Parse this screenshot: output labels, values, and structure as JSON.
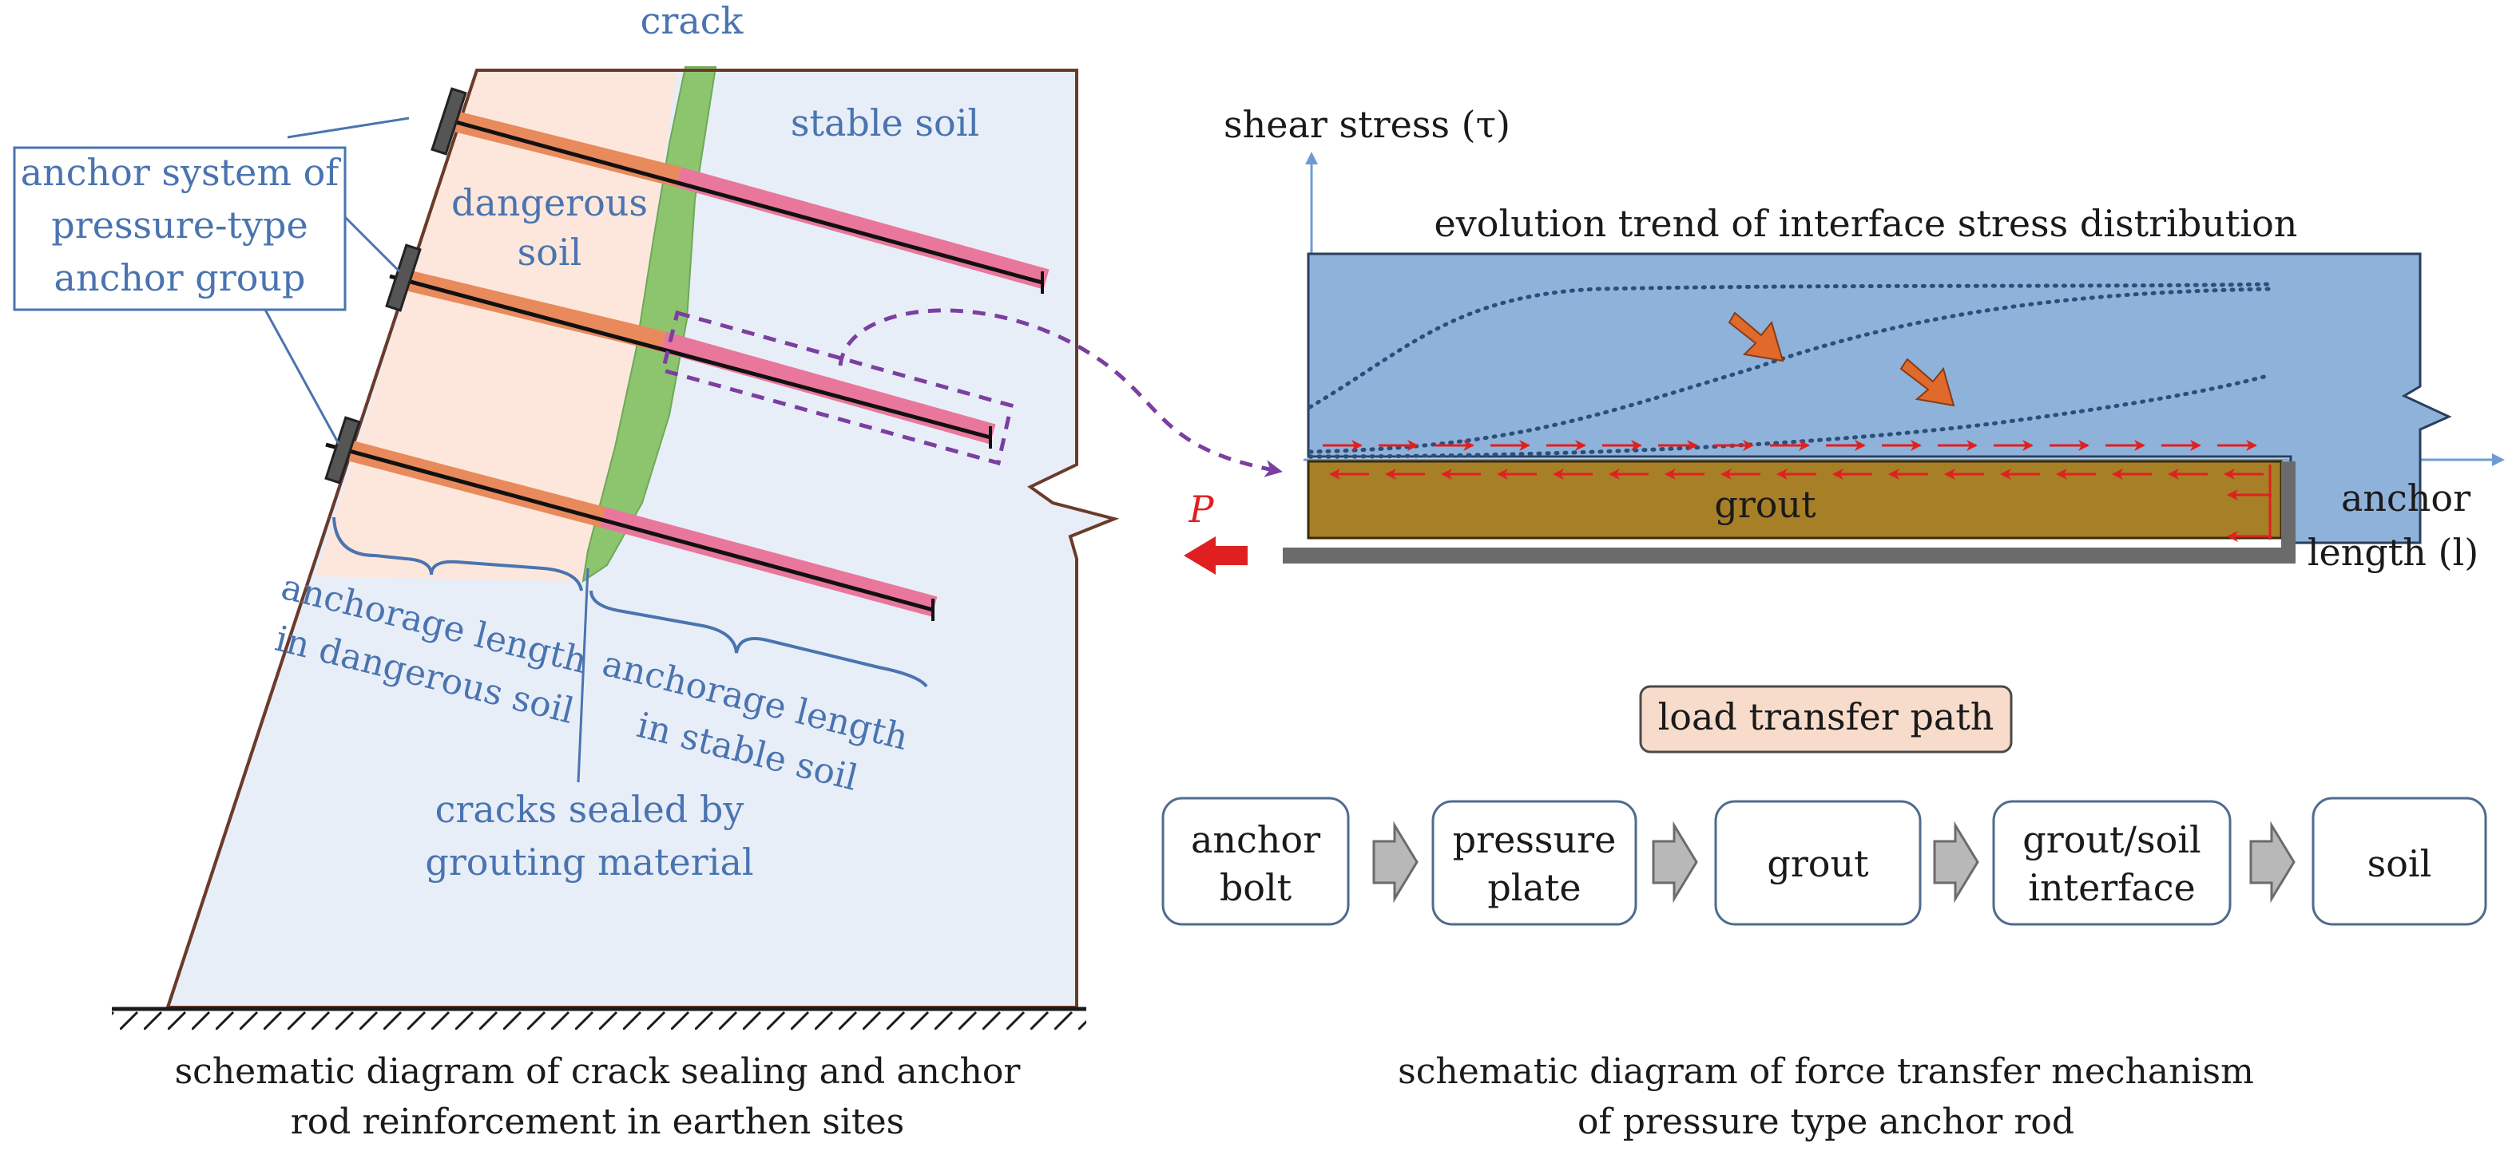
{
  "left_panel": {
    "crack_label": "crack",
    "stable_soil_label": "stable soil",
    "dangerous_soil_label": [
      "dangerous",
      "soil"
    ],
    "anchor_system_label": [
      "anchor system of",
      "pressure-type",
      "anchor group"
    ],
    "anchorage_dangerous_label": [
      "anchorage length",
      "in dangerous soil"
    ],
    "anchorage_stable_label": [
      "anchorage length",
      "in stable soil"
    ],
    "cracks_sealed_label": [
      "cracks sealed by",
      "grouting material"
    ],
    "caption": [
      "schematic diagram of crack sealing and anchor",
      "rod reinforcement in earthen sites"
    ]
  },
  "right_panel": {
    "y_axis_label": "shear stress (τ)",
    "x_axis_label": [
      "anchor",
      "length (l)"
    ],
    "stress_title": "evolution trend of interface stress distribution",
    "grout_label": "grout",
    "force_label": "P",
    "load_path_title": "load transfer path",
    "flow_steps": [
      [
        "anchor",
        "bolt"
      ],
      [
        "pressure",
        "plate"
      ],
      [
        "grout"
      ],
      [
        "grout/soil",
        "interface"
      ],
      [
        "soil"
      ]
    ],
    "caption": [
      "schematic diagram of force transfer mechanism",
      "of pressure type anchor rod"
    ]
  },
  "colors": {
    "stable_soil": "#e8eef8",
    "dangerous_soil": "#fde7dc",
    "crack_green": "#8cc56e",
    "rod_orange": "#e88a5c",
    "rod_pink": "#e9779c",
    "stress_blue": "#8fb2da",
    "grout_brown": "#a77f26",
    "load_path_fill": "#f8dccb",
    "arrow_red": "#e02020",
    "curve_arrow_orange": "#e06a2c",
    "label_blue": "#4a74b0",
    "dashed_purple": "#7b3fa0"
  }
}
